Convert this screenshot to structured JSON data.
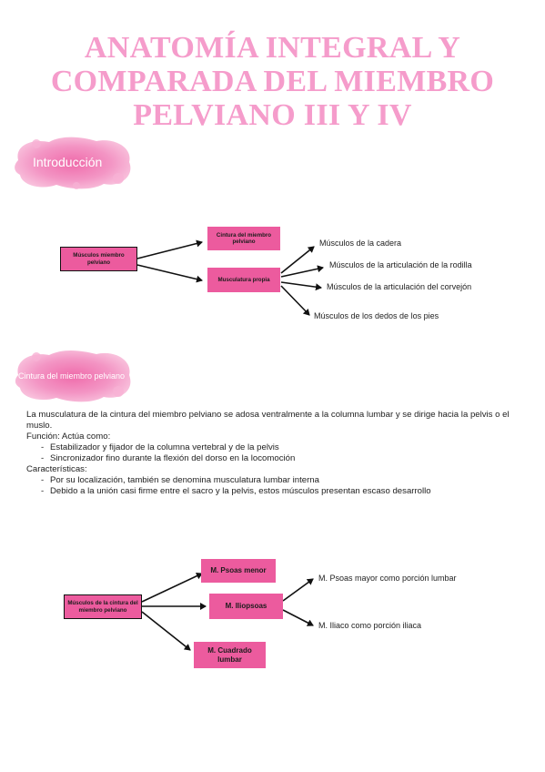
{
  "title": {
    "line1": "ANATOMÍA INTEGRAL Y",
    "line2": "COMPARADA DEL MIEMBRO",
    "line3": "PELVIANO III Y IV"
  },
  "sections": {
    "intro": "Introducción",
    "cintura": "Cintura del miembro pelviano"
  },
  "diagram1": {
    "root": "Músculos miembro pelviano",
    "cintura": "Cintura del miembro pelviano",
    "propia": "Musculatura propia",
    "leaves": [
      "Músculos de la cadera",
      "Músculos de la articulación de la rodilla",
      "Músculos de la articulación del corvejón",
      "Músculos de los dedos de los pies"
    ]
  },
  "body": {
    "intro": "La musculatura de la cintura del miembro pelviano se adosa ventralmente a la columna lumbar y se dirige hacia la pelvis o el muslo.",
    "funcion_label": "Función: Actúa como:",
    "funcion_items": [
      "Estabilizador y fijador de la columna vertebral y de la pelvis",
      "Sincronizador fino durante la flexión del dorso en la locomoción"
    ],
    "caracteristicas_label": "Características:",
    "caracteristicas_items": [
      "Por su localización, también se denomina musculatura lumbar interna",
      "Debido a la unión casi firme entre el sacro y la pelvis, estos músculos presentan escaso desarrollo"
    ]
  },
  "diagram2": {
    "root": "Músculos de la cintura del miembro pelviano",
    "psoas_menor": "M. Psoas menor",
    "iliopsoas": "M. Iliopsoas",
    "cuadrado": "M. Cuadrado lumbar",
    "leaves": [
      "M. Psoas mayor como porción lumbar",
      "M. Iliaco como porción iliaca"
    ]
  },
  "colors": {
    "title": "#f59ccb",
    "box": "#ec5b9e",
    "blob": "#f27bb4"
  }
}
